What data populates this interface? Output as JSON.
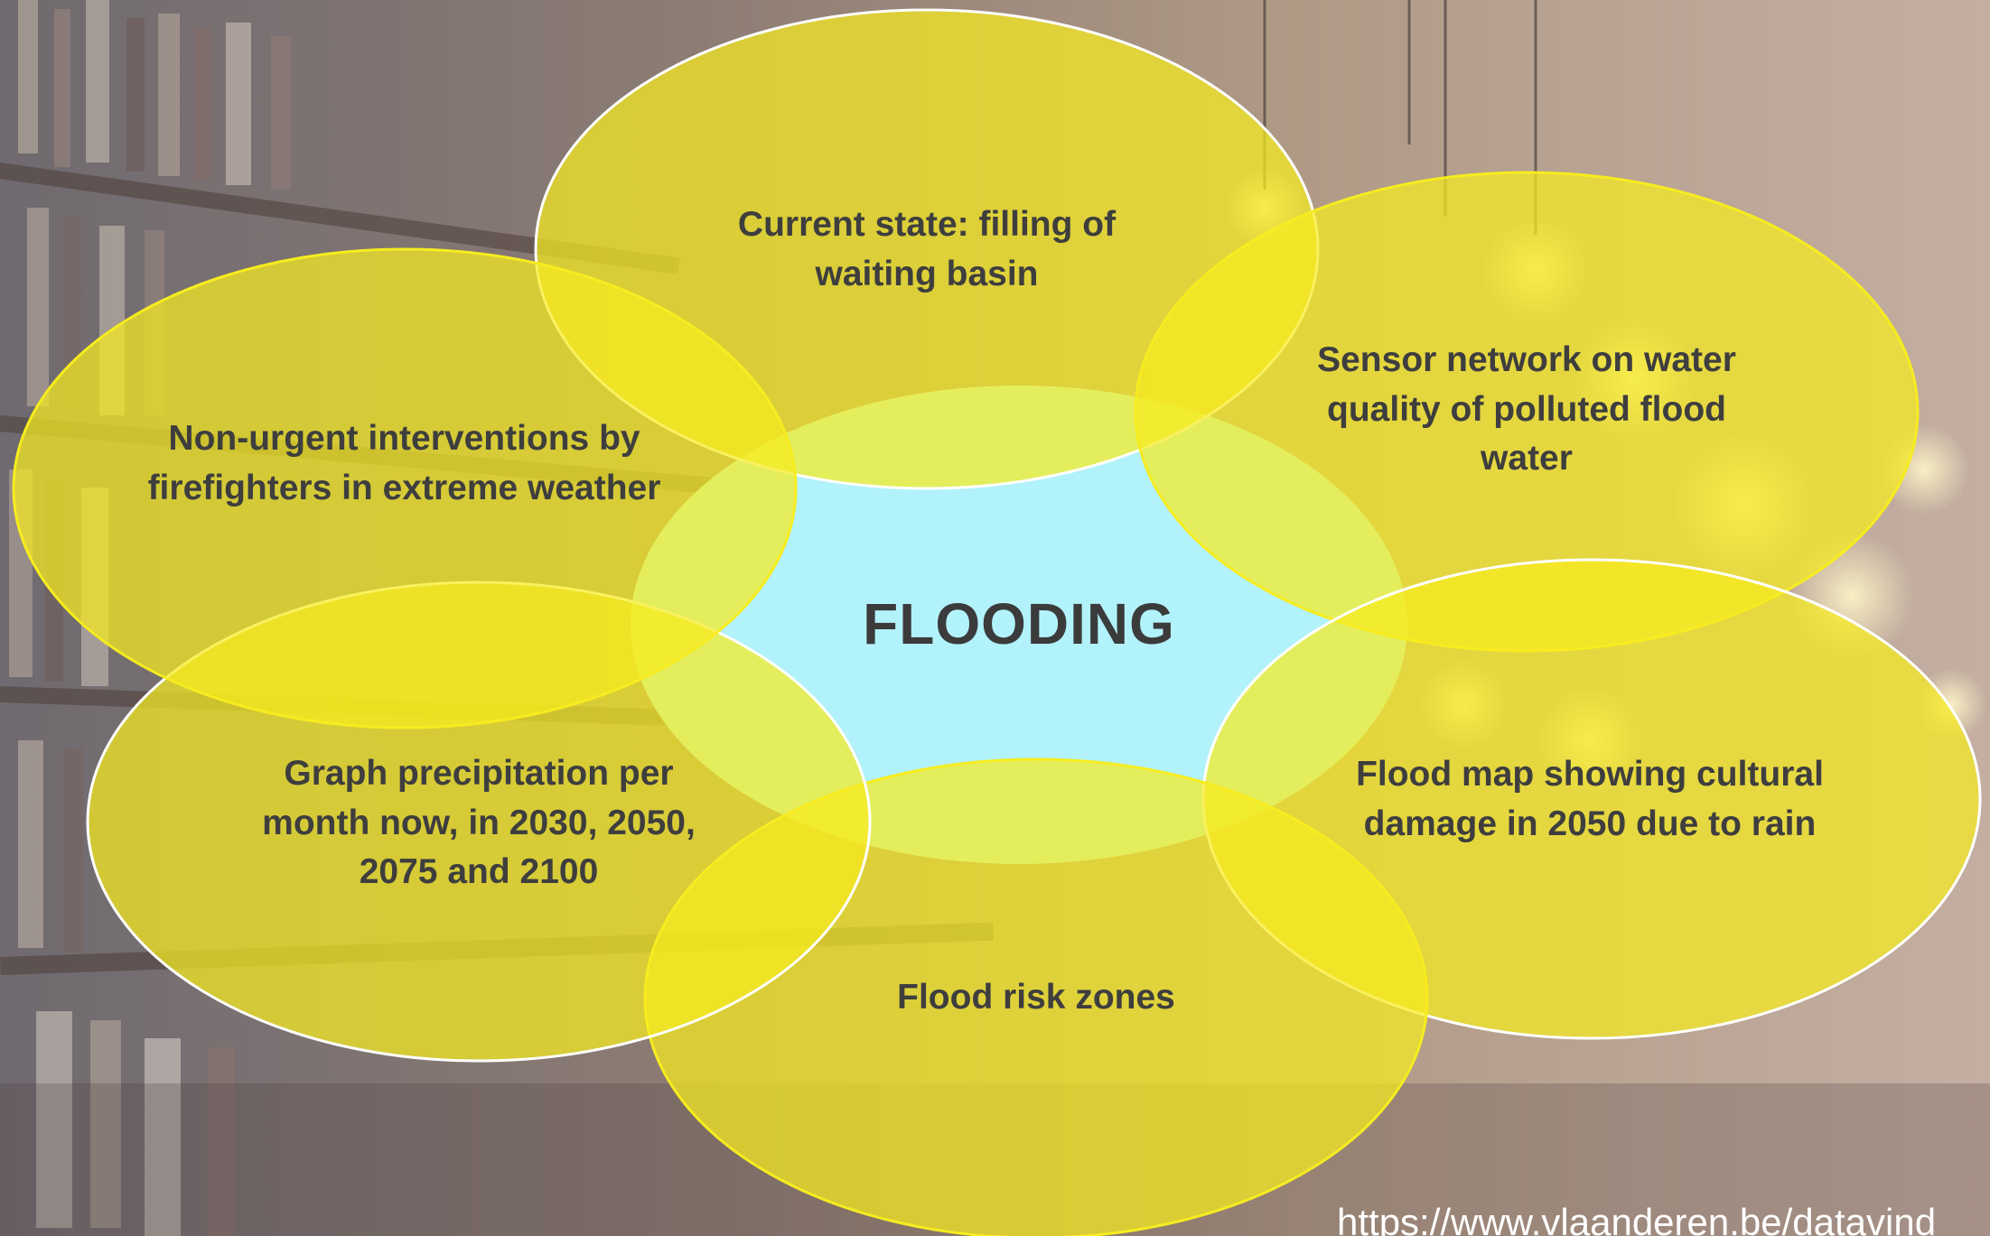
{
  "diagram": {
    "center": "FLOODING",
    "petals": [
      {
        "id": "top",
        "text": "Current state: filling of waiting basin"
      },
      {
        "id": "upper-right",
        "text": "Sensor network on water quality of polluted flood water"
      },
      {
        "id": "lower-right",
        "text": "Flood map showing cultural damage in 2050 due to rain"
      },
      {
        "id": "bottom",
        "text": "Flood risk zones"
      },
      {
        "id": "lower-left",
        "text": "Graph precipitation per month now, in 2030, 2050, 2075 and 2100"
      },
      {
        "id": "upper-left",
        "text": "Non-urgent interventions by firefighters in extreme weather"
      }
    ]
  },
  "footer": {
    "source_url": "https://www.vlaanderen.be/datavind"
  },
  "colors": {
    "center_fill": "#b2f2fb",
    "center_overlap": "#d6ea7a",
    "petal_fill": "#f6ec20",
    "text": "#3e3e3e"
  }
}
